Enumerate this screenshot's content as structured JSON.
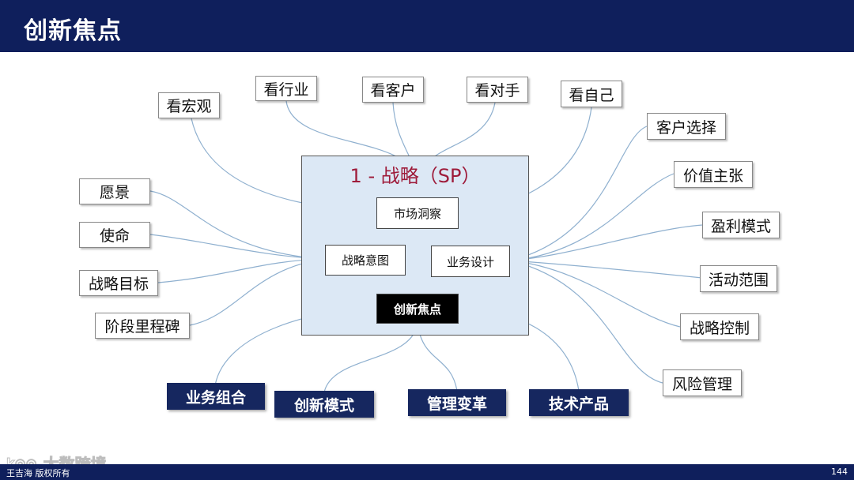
{
  "header": {
    "title": "创新焦点"
  },
  "core": {
    "title": "1 - 战略（SP）",
    "market_insight": "市场洞察",
    "strategic_intent": "战略意图",
    "business_design": "业务设计",
    "innovation_focus": "创新焦点"
  },
  "top_items": [
    "看宏观",
    "看行业",
    "看客户",
    "看对手",
    "看自己"
  ],
  "left_items": [
    "愿景",
    "使命",
    "战略目标",
    "阶段里程碑"
  ],
  "right_items": [
    "客户选择",
    "价值主张",
    "盈利模式",
    "活动范围",
    "战略控制",
    "风险管理"
  ],
  "bottom_items": [
    "业务组合",
    "创新模式",
    "管理变革",
    "技术产品"
  ],
  "footer": {
    "left_text": "王吉海 版权所有",
    "page_number": "144"
  },
  "watermark": {
    "text": "大数跨境"
  },
  "colors": {
    "header_bg": "#0f1f5c",
    "panel_bg": "#dce8f5",
    "title_red": "#9e1b3a",
    "connector": "#8fb0cf",
    "filled_box": "#16275f"
  }
}
